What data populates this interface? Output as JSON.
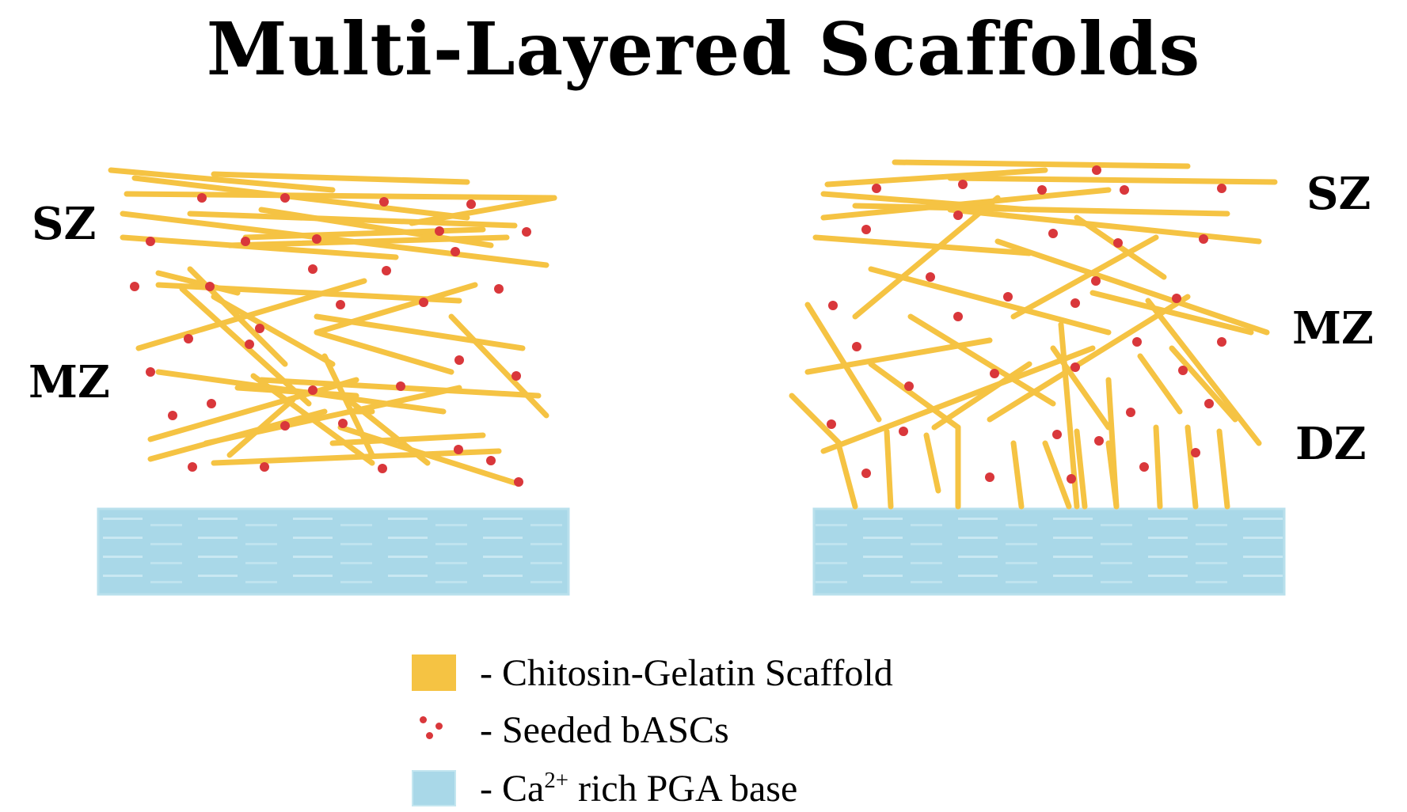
{
  "title": "Multi-Layered Scaffolds",
  "left_scaffold": {
    "zones": [
      "SZ",
      "MZ"
    ]
  },
  "right_scaffold": {
    "zones": [
      "SZ",
      "MZ",
      "DZ"
    ]
  },
  "legend": {
    "scaffold_label": "- Chitosin-Gelatin Scaffold",
    "cells_label": "- Seeded bASCs",
    "base_label_prefix": "- Ca",
    "base_label_sup": "2+",
    "base_label_suffix": " rich PGA base"
  },
  "colors": {
    "fiber": "#f5c343",
    "cell": "#d9373b",
    "base": "#a9d8e8"
  }
}
